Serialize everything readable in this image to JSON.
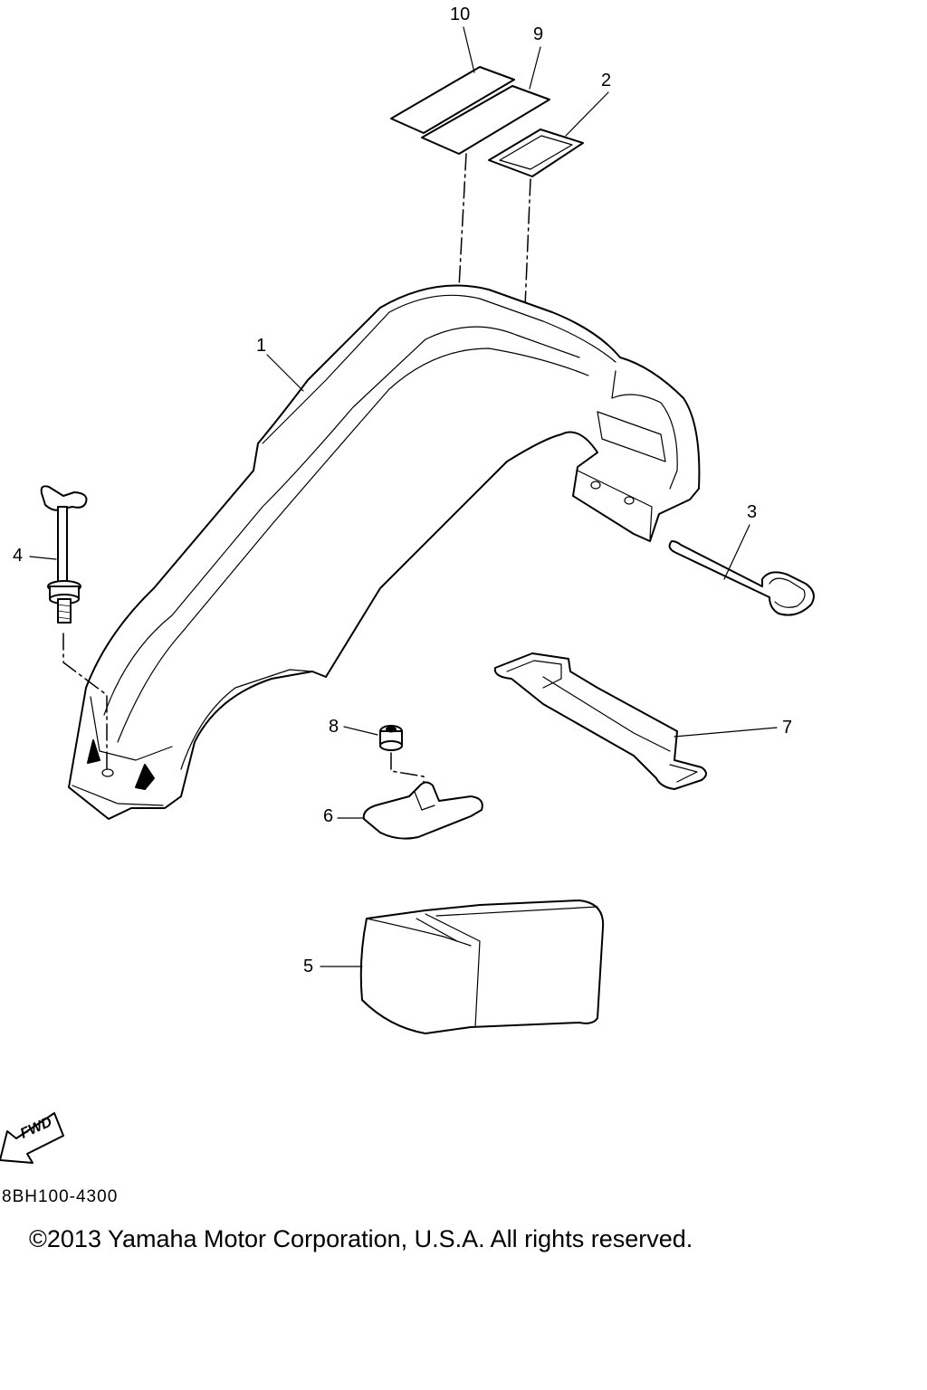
{
  "callouts": {
    "c1": "1",
    "c2": "2",
    "c3": "3",
    "c4": "4",
    "c5": "5",
    "c6": "6",
    "c7": "7",
    "c8": "8",
    "c9": "9",
    "c10": "10"
  },
  "direction_label": "FWD",
  "part_code": "8BH100-4300",
  "copyright": "©2013 Yamaha Motor Corporation, U.S.A. All rights reserved."
}
